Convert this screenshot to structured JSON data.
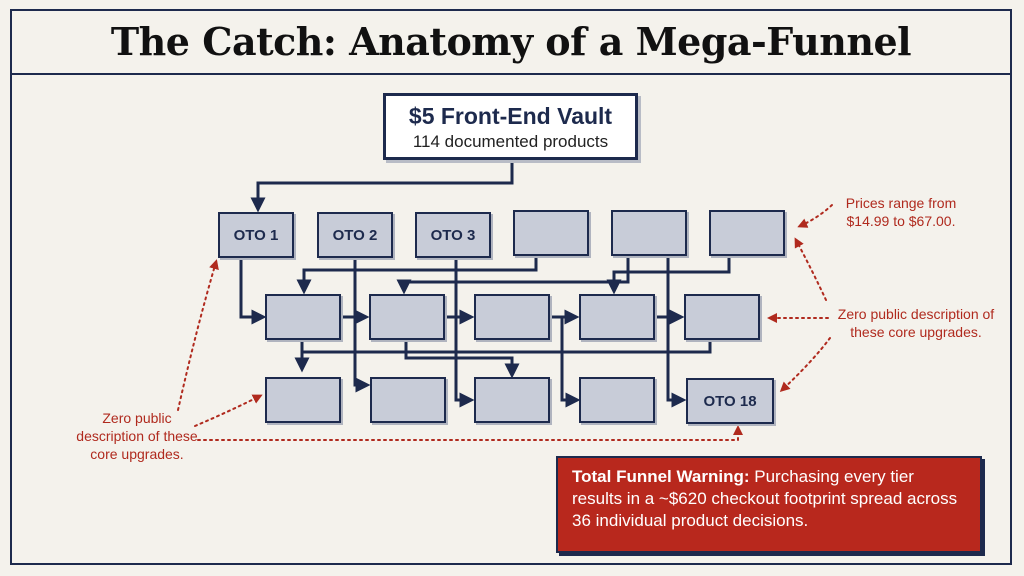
{
  "title": "The Catch: Anatomy of a Mega-Funnel",
  "vault": {
    "title": "$5 Front-End Vault",
    "subtitle": "114 documented products"
  },
  "oto": {
    "oto1": "OTO 1",
    "oto2": "OTO 2",
    "oto3": "OTO 3",
    "oto18": "OTO 18"
  },
  "annotations": {
    "prices": "Prices range from $14.99 to $67.00.",
    "core_right": "Zero public description of these core upgrades.",
    "core_left": "Zero public description of these core upgrades."
  },
  "warning": {
    "label": "Total Funnel Warning:",
    "text": "Purchasing every tier results in a ~$620 checkout footprint spread across 36 individual product decisions."
  },
  "colors": {
    "navy": "#1d2a4d",
    "box_fill": "#c8ccd8",
    "red": "#b8281d",
    "annotation_red": "#b02a1e",
    "background": "#f4f2ec"
  }
}
